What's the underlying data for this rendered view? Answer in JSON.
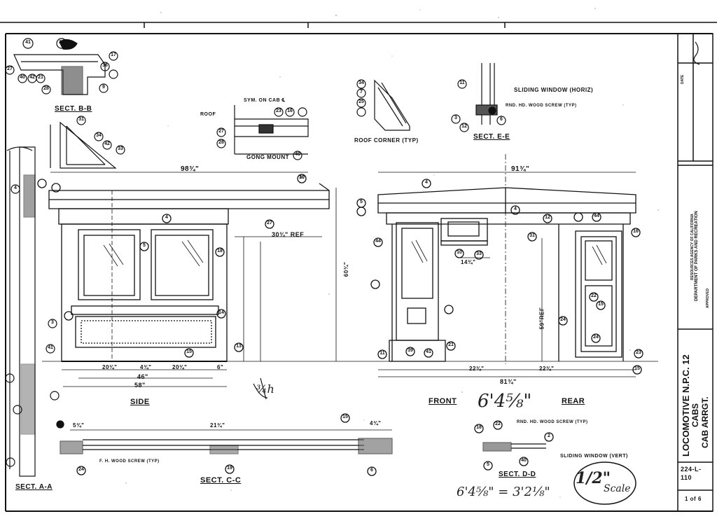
{
  "sheet": {
    "views": {
      "sect_bb": "SECT. B-B",
      "gong_mount": "GONG MOUNT",
      "roof_corner": "ROOF CORNER (TYP)",
      "sect_ee": "SECT. E-E",
      "side": "SIDE",
      "front": "FRONT",
      "rear": "REAR",
      "sect_aa": "SECT. A-A",
      "sect_cc": "SECT. C-C",
      "sect_dd": "SECT. D-D"
    },
    "notes": {
      "roof": "ROOF",
      "sym_on_cab": "SYM. ON CAB ℄",
      "sliding_window_horiz": "SLIDING WINDOW (HORIZ)",
      "rnd_hd_wood_screw_ee": "RND. HD. WOOD SCREW (TYP)",
      "rnd_hd_wood_screw_dd": "RND. HD. WOOD SCREW (TYP)",
      "sliding_window_vert": "SLIDING WINDOW (VERT)",
      "fh_wood_screw": "F. H. WOOD SCREW (TYP)"
    },
    "dimensions": {
      "side_overall_top": "98¾\"",
      "side_30_ref": "30¾\" REF",
      "side_bottom_1": "20¾\"",
      "side_bottom_2": "4¾\"",
      "side_bottom_3": "20¾\"",
      "side_bottom_4": "6\"",
      "side_46": "46\"",
      "side_58": "58\"",
      "height_60": "60¾\"",
      "front_top": "91¾\"",
      "front_bottom": "81¾\"",
      "front_14": "14¾\"",
      "front_22": "22¾\"",
      "front_59ref": "59\"REF",
      "rear_22": "22¾\"",
      "cc_21": "21¾\"",
      "cc_5": "5¾\"",
      "cc_4": "4¾\""
    },
    "handwritten": {
      "front_note": "6'4⅝\"",
      "scale_note": "6'4⅝\" = 3'2⅛\"",
      "half": "1/2\"",
      "scale": "Scale",
      "ah": "¾h"
    },
    "title_block": {
      "agency": "RESOURCES AGENCY OF CALIFORNIA",
      "department": "DEPARTMENT OF PARKS AND RECREATION",
      "date_label": "DATE",
      "approved_label": "APPROVED",
      "project": "LOCOMOTIVE N.P.C. 12",
      "subject": "CABS",
      "title": "CAB ARRGT.",
      "drawing_no": "224-L-110",
      "sheet_no": "1 of 6"
    },
    "callouts": [
      "41",
      "10",
      "17",
      "36",
      "27",
      "40",
      "42",
      "21",
      "9",
      "28",
      "31",
      "34",
      "42",
      "33",
      "4",
      "10",
      "23",
      "27",
      "28",
      "40",
      "16",
      "34",
      "7",
      "25",
      "11",
      "3",
      "6",
      "12",
      "4",
      "4",
      "5",
      "18",
      "27",
      "14",
      "15",
      "13",
      "44",
      "5",
      "4",
      "30",
      "31",
      "10",
      "33",
      "12",
      "11",
      "39",
      "21",
      "24",
      "44",
      "22",
      "41",
      "15",
      "24",
      "23",
      "16",
      "15",
      "24",
      "6",
      "19",
      "18",
      "5",
      "3",
      "22",
      "41",
      "40",
      "2",
      "15"
    ]
  }
}
